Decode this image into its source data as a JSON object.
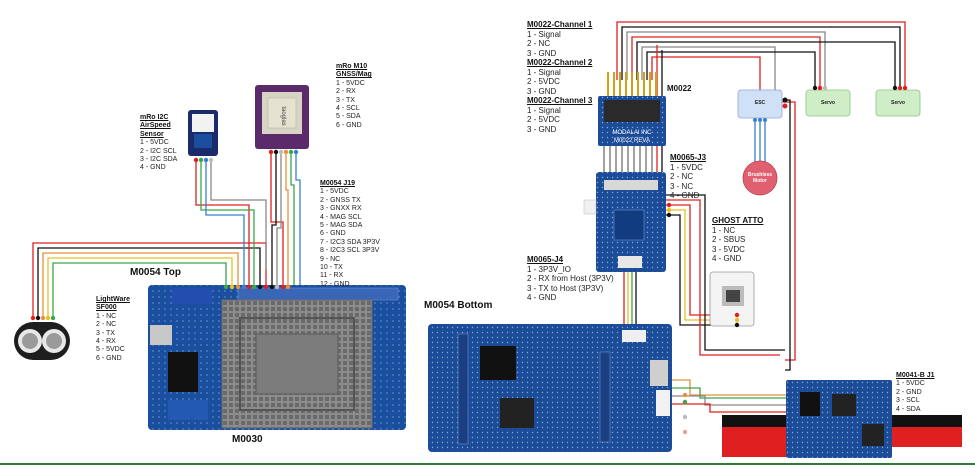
{
  "boards": {
    "m0054_top": "M0054 Top",
    "m0054_bottom": "M0054 Bottom",
    "m0030": "M0030",
    "m0022": "M0022"
  },
  "lightware": {
    "title_line1": "LightWare",
    "title_line2": "SF000",
    "pins": [
      "1 - NC",
      "2 - NC",
      "3 - TX",
      "4 - RX",
      "5 - 5VDC",
      "6 - GND"
    ]
  },
  "airspeed": {
    "title_line1": "mRo I2C",
    "title_line2": "AirSpeed",
    "title_line3": "Sensor",
    "pins": [
      "1 - 5VDC",
      "2 - I2C SCL",
      "3 - I2C SDA",
      "4 - GND"
    ]
  },
  "gnss": {
    "title_line1": "mRo M10",
    "title_line2": "GNSS/Mag",
    "pins": [
      "1 - 5VDC",
      "2 - RX",
      "3 - TX",
      "4 - SCL",
      "5 - SDA",
      "6 - GND"
    ],
    "module_text": "taoglas"
  },
  "j19": {
    "title": "M0054 J19",
    "pins": [
      "1 - 5VDC",
      "2 - GNSS TX",
      "3 - GNXX RX",
      "4 - MAG SCL",
      "5 - MAG SDA",
      "6 - GND",
      "7 - I2C3 SDA 3P3V",
      "8 - I2C3 SCL 3P3V",
      "9 - NC",
      "10 - TX",
      "11 - RX",
      "12 - GND"
    ]
  },
  "m0022_ch1": {
    "title": "M0022-Channel 1",
    "pins": [
      "1 - Signal",
      "2 - NC",
      "3 - GND"
    ]
  },
  "m0022_ch2": {
    "title": "M0022-Channel 2",
    "pins": [
      "1 - Signal",
      "2 - 5VDC",
      "3 - GND"
    ]
  },
  "m0022_ch3": {
    "title": "M0022-Channel 3",
    "pins": [
      "1 - Signal",
      "2 - 5VDC",
      "3 - GND"
    ]
  },
  "m0022_board_text": [
    "MODALAI INC",
    "M0022 REVA"
  ],
  "m0065_j3": {
    "title": "M0065-J3",
    "pins": [
      "1 - 5VDC",
      "2 - NC",
      "3 - NC",
      "4 - GND"
    ]
  },
  "m0065_j4": {
    "title": "M0065-J4",
    "pins": [
      "1 - 3P3V_IO",
      "2 - RX from Host (3P3V)",
      "3 - TX to Host (3P3V)",
      "4 - GND"
    ]
  },
  "ghost_atto": {
    "title": "GHOST ATTO",
    "pins": [
      "1 - NC",
      "2 - SBUS",
      "3 - 5VDC",
      "4 - GND"
    ]
  },
  "m0041": {
    "title": "M0041-B J1",
    "pins": [
      "1 - 5VDC",
      "2 - GND",
      "3 - SCL",
      "4 - SDA"
    ]
  },
  "esc": "ESC",
  "servo1": "Servo",
  "servo2": "Servo",
  "motor_line1": "Brushless",
  "motor_line2": "Motor",
  "colors": {
    "pcb_blue": "#1a4fa0",
    "pcb_dark": "#123c80",
    "wire_red": "#e02020",
    "wire_black": "#111111",
    "wire_orange": "#e8903a",
    "wire_green": "#3aa64a",
    "wire_yellow": "#e8c020",
    "wire_gray": "#888888",
    "wire_blue": "#3a7fd0",
    "esc_fill": "#cfe0f7",
    "servo_fill": "#cfeec7",
    "motor_fill": "#e06070",
    "gnss_purple": "#5a2a6a",
    "divider_green": "#2e7d32"
  }
}
